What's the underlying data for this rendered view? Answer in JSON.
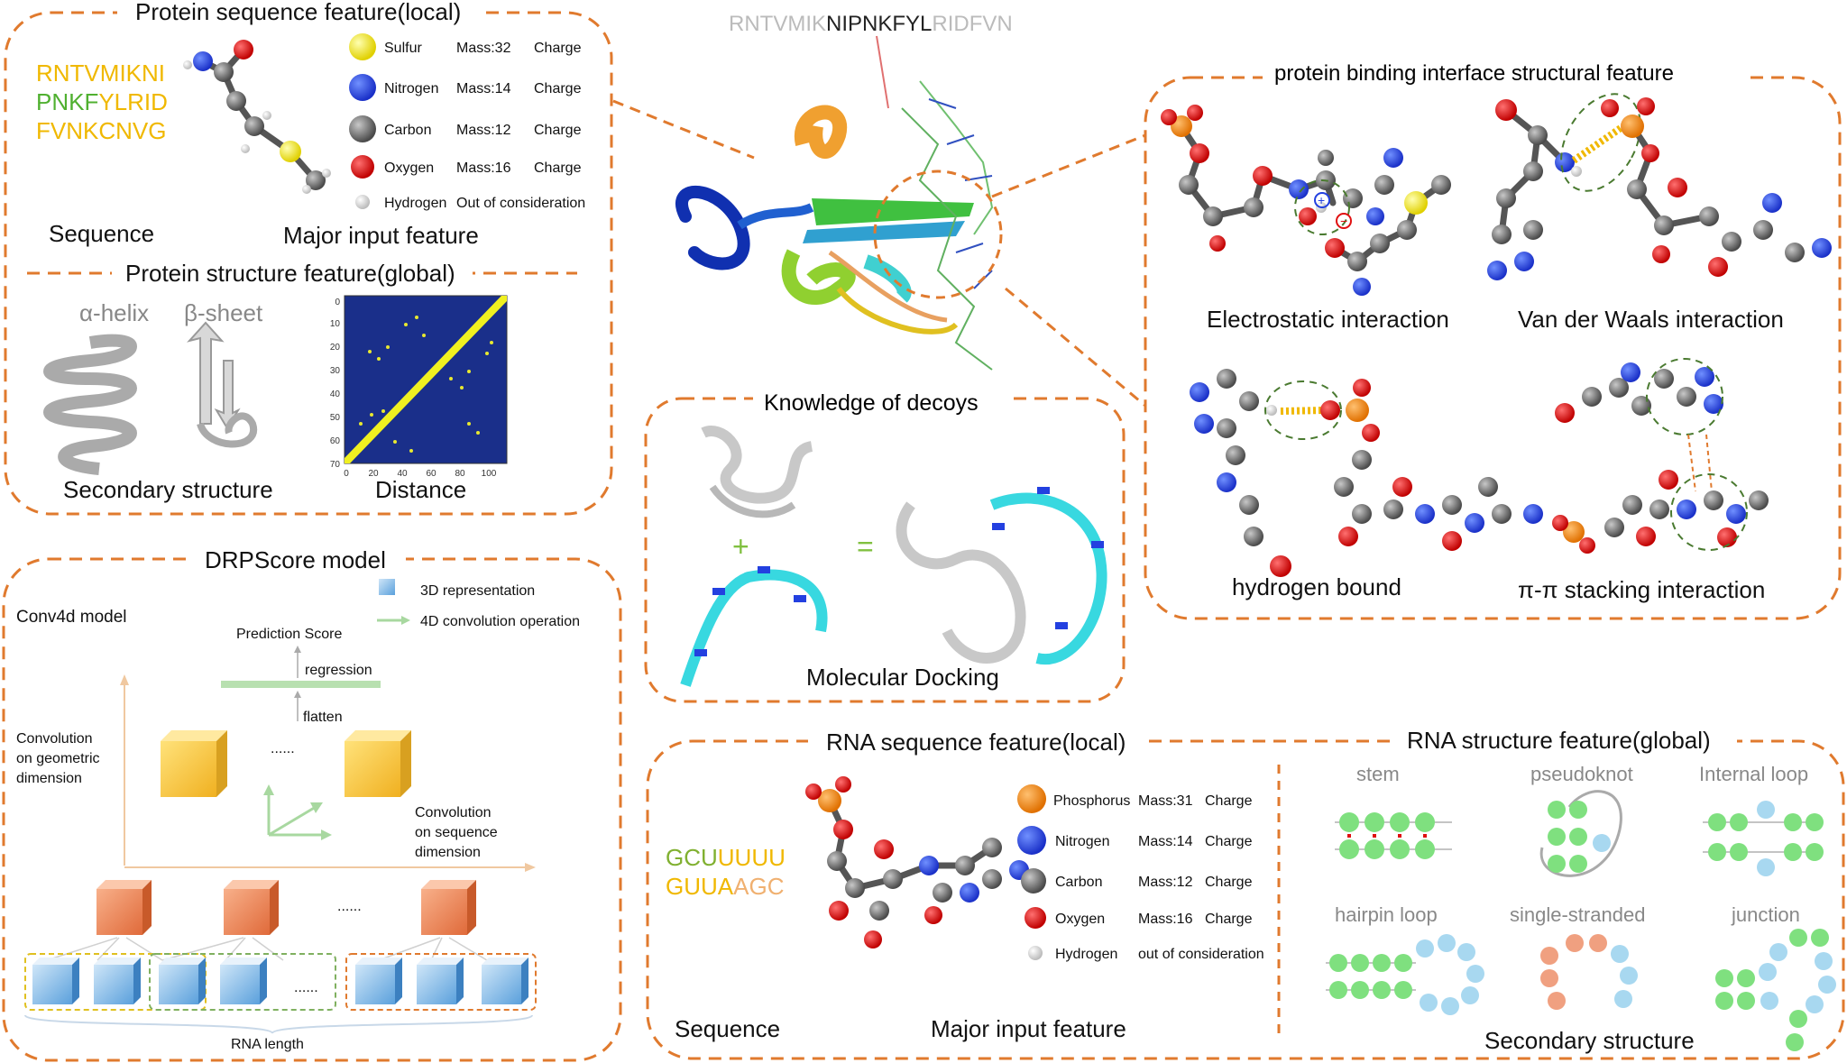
{
  "colors": {
    "accent_orange": "#e07a2e",
    "sulfur": "#f2e414",
    "nitrogen": "#2340e0",
    "carbon": "#7a7a7a",
    "oxygen": "#e01010",
    "hydrogen": "#ffffff",
    "phosphorus": "#f08a10",
    "rna_green": "#7fe07f",
    "rna_blue": "#a8d8f0",
    "rna_orange": "#f0a080",
    "cyan": "#38d8e0",
    "heatmap_bg": "#1a2f8a",
    "heatmap_line": "#f0f020"
  },
  "top_sequence": {
    "pre": "RNTVMIK",
    "mid": "NIPNKFYL",
    "post": "RIDFVN"
  },
  "protein_local": {
    "title": "Protein sequence feature(local)",
    "seq_lines": [
      {
        "a": "RNTV",
        "b": "MIKNI"
      },
      {
        "a": "PNKF",
        "b": "YLRID"
      },
      {
        "a": "FVN",
        "b": "KCNVG"
      }
    ],
    "sequence_label": "Sequence",
    "major_label": "Major input feature",
    "atoms": [
      {
        "name": "Sulfur",
        "mass": "Mass:32",
        "charge": "Charge",
        "icon": "sulfur-atom-icon"
      },
      {
        "name": "Nitrogen",
        "mass": "Mass:14",
        "charge": "Charge",
        "icon": "nitrogen-atom-icon"
      },
      {
        "name": "Carbon",
        "mass": "Mass:12",
        "charge": "Charge",
        "icon": "carbon-atom-icon"
      },
      {
        "name": "Oxygen",
        "mass": "Mass:16",
        "charge": "Charge",
        "icon": "oxygen-atom-icon"
      },
      {
        "name": "Hydrogen",
        "mass": "Out of consideration",
        "charge": "",
        "icon": "hydrogen-atom-icon"
      }
    ]
  },
  "protein_global": {
    "title": "Protein structure feature(global)",
    "helix_label": "α-helix",
    "sheet_label": "β-sheet",
    "secondary_label": "Secondary structure",
    "distance_label": "Distance",
    "y_ticks": [
      "0",
      "10",
      "20",
      "30",
      "40",
      "50",
      "60",
      "70"
    ],
    "x_ticks": [
      "0",
      "20",
      "40",
      "60",
      "80",
      "100"
    ]
  },
  "decoys": {
    "title": "Knowledge of decoys",
    "plus": "+",
    "equals": "=",
    "docking_label": "Molecular Docking"
  },
  "interface": {
    "title": "protein binding interface structural feature",
    "electrostatic": "Electrostatic interaction",
    "vdw": "Van der Waals interaction",
    "hbond": "hydrogen bound",
    "stacking": "π-π stacking interaction"
  },
  "drpscore": {
    "title": "DRPScore model",
    "conv4d": "Conv4d model",
    "legend_3d": "3D representation",
    "legend_4d": "4D convolution operation",
    "prediction": "Prediction Score",
    "regression": "regression",
    "flatten": "flatten",
    "geo_lines": [
      "Convolution",
      "on geometric",
      "dimension"
    ],
    "seq_lines": [
      "Convolution",
      "on sequence",
      "dimension"
    ],
    "dots": "......",
    "rna_length": "RNA length"
  },
  "rna_local": {
    "title": "RNA sequence feature(local)",
    "seq_lines": [
      {
        "a": "GCU",
        "b": "UUUU"
      },
      {
        "a": "GUUA",
        "b": "AGC"
      }
    ],
    "sequence_label": "Sequence",
    "major_label": "Major input feature",
    "atoms": [
      {
        "name": "Phosphorus",
        "mass": "Mass:31",
        "charge": "Charge"
      },
      {
        "name": "Nitrogen",
        "mass": "Mass:14",
        "charge": "Charge"
      },
      {
        "name": "Carbon",
        "mass": "Mass:12",
        "charge": "Charge"
      },
      {
        "name": "Oxygen",
        "mass": "Mass:16",
        "charge": "Charge"
      },
      {
        "name": "Hydrogen",
        "mass": "out of consideration",
        "charge": ""
      }
    ]
  },
  "rna_global": {
    "title": "RNA structure feature(global)",
    "motifs": [
      "stem",
      "pseudoknot",
      "Internal loop",
      "hairpin loop",
      "single-stranded",
      "junction"
    ],
    "secondary_label": "Secondary structure"
  }
}
